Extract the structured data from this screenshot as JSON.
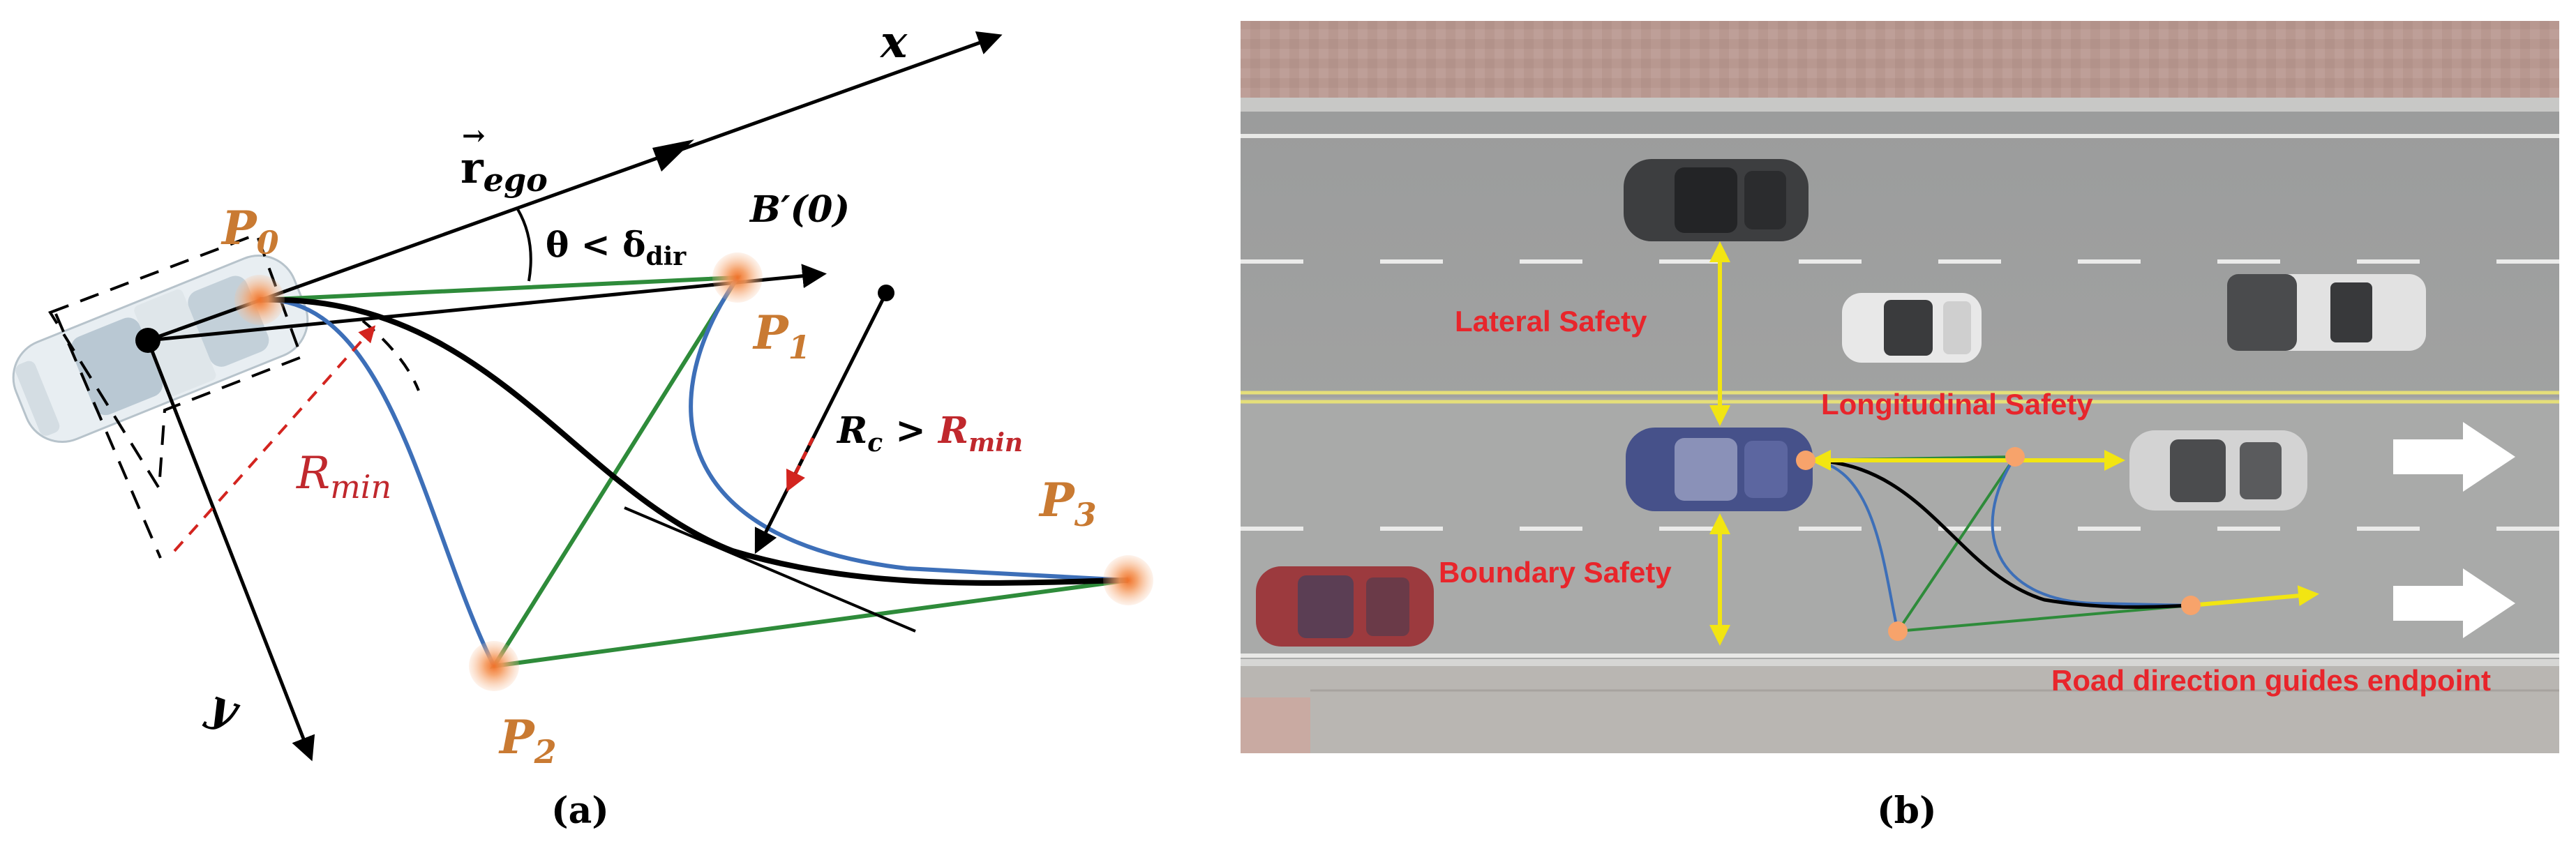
{
  "panel_a": {
    "caption": "(a)",
    "axis_x": "x",
    "axis_y": "y",
    "ego_vector": {
      "arrow": "r",
      "subscript": "ego"
    },
    "angle_label": {
      "theta": "θ",
      "relation": " < ",
      "delta": "δ",
      "subscript": "dir"
    },
    "tangent_label": "B′(0)",
    "rc_label": {
      "r": "R",
      "r_sub": "c",
      "relation": " > ",
      "rmin": "R",
      "rmin_sub": "min"
    },
    "rmin_label": {
      "r": "R",
      "sub": "min"
    },
    "points": [
      {
        "name": "P",
        "sub": "0"
      },
      {
        "name": "P",
        "sub": "1"
      },
      {
        "name": "P",
        "sub": "2"
      },
      {
        "name": "P",
        "sub": "3"
      }
    ]
  },
  "panel_b": {
    "caption": "(b)",
    "labels": {
      "lateral": "Lateral Safety",
      "longitudinal": "Longitudinal Safety",
      "boundary": "Boundary Safety",
      "road_direction": "Road direction guides endpoint"
    }
  },
  "colors": {
    "point_orange": "#c97a32",
    "red_label": "#c0282d",
    "panel_b_label": "#e8252b",
    "control_polygon": "#2e8b3a",
    "bezier_blue": "#3d6fb8",
    "trajectory": "#000000",
    "safety_arrow": "#f2e512",
    "marker_fill": "#f7a36b"
  }
}
